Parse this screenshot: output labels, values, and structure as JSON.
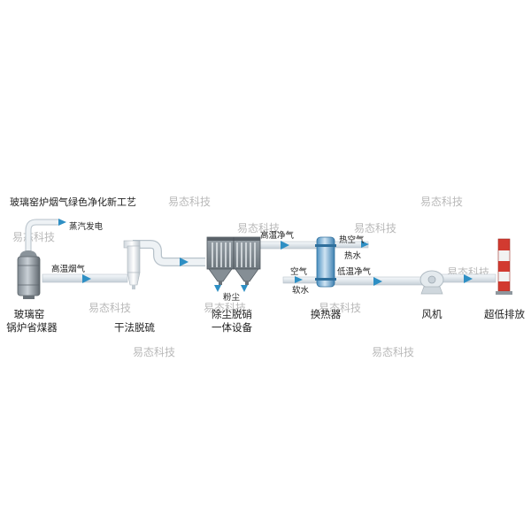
{
  "title": "玻璃窑炉烟气绿色净化新工艺",
  "colors": {
    "pipe": "#e9eef2",
    "pipe_edge": "#b7c2ca",
    "arrow": "#2e8fc4",
    "chimney_red": "#d23a30"
  },
  "equipment": {
    "boiler": {
      "label_line1": "玻璃窑",
      "label_line2": "锅炉省煤器"
    },
    "desulfurization": {
      "label": "干法脱硫"
    },
    "dust_denitration": {
      "label_line1": "除尘脱硝",
      "label_line2": "一体设备"
    },
    "heat_exchanger": {
      "label": "换热器"
    },
    "fan": {
      "label": "风机"
    },
    "stack": {
      "label": "超低排放"
    }
  },
  "flows": {
    "steam": "蒸汽发电",
    "hot_flue_gas": "高温烟气",
    "dust": "粉尘",
    "clean_hot_gas": "高温净气",
    "hot_air": "热空气",
    "hot_water": "热水",
    "air": "空气",
    "soft_water": "软水",
    "clean_cool_gas": "低温净气"
  },
  "watermark": "易态科技",
  "icons": [
    "flow-arrow-icon"
  ]
}
